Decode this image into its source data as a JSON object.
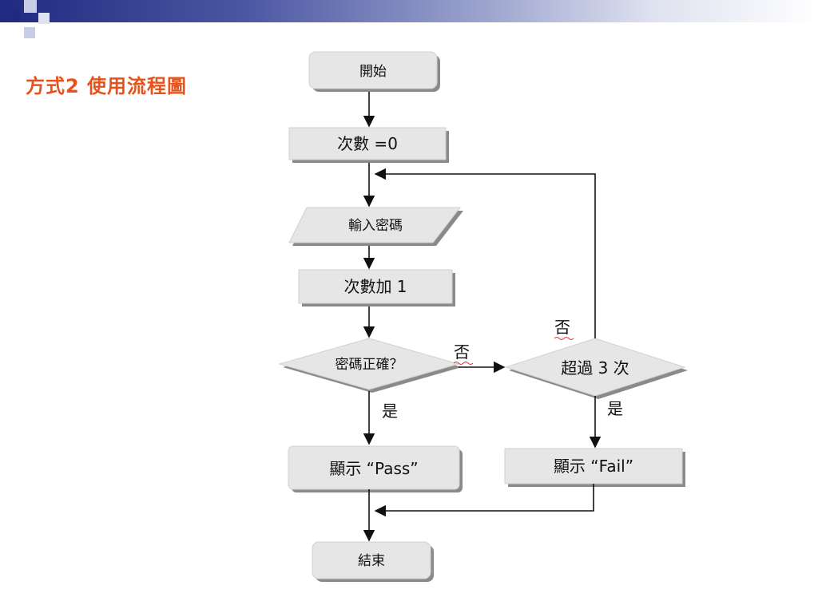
{
  "slide": {
    "title": "方式2  使用流程圖"
  },
  "flowchart": {
    "nodes": {
      "start": "開始",
      "count_init": "次數 =0",
      "input_password": "輸入密碼",
      "increment": "次數加 1",
      "password_check": "密碼正確？",
      "over_three": "超過 3 次",
      "show_pass": "顯示 “Pass”",
      "show_fail": "顯示 “Fail”",
      "end": "結束"
    },
    "edge_labels": {
      "check_no": "否",
      "check_yes": "是",
      "over_no": "否",
      "over_yes": "是"
    }
  },
  "colors": {
    "title": "#e8521a",
    "box_fill": "#e6e6e6",
    "box_shadow": "#8a8a8a",
    "banner_start": "#1f2a80",
    "banner_square_dark": "#1f2a80",
    "banner_square_light": "#c8cde6"
  }
}
